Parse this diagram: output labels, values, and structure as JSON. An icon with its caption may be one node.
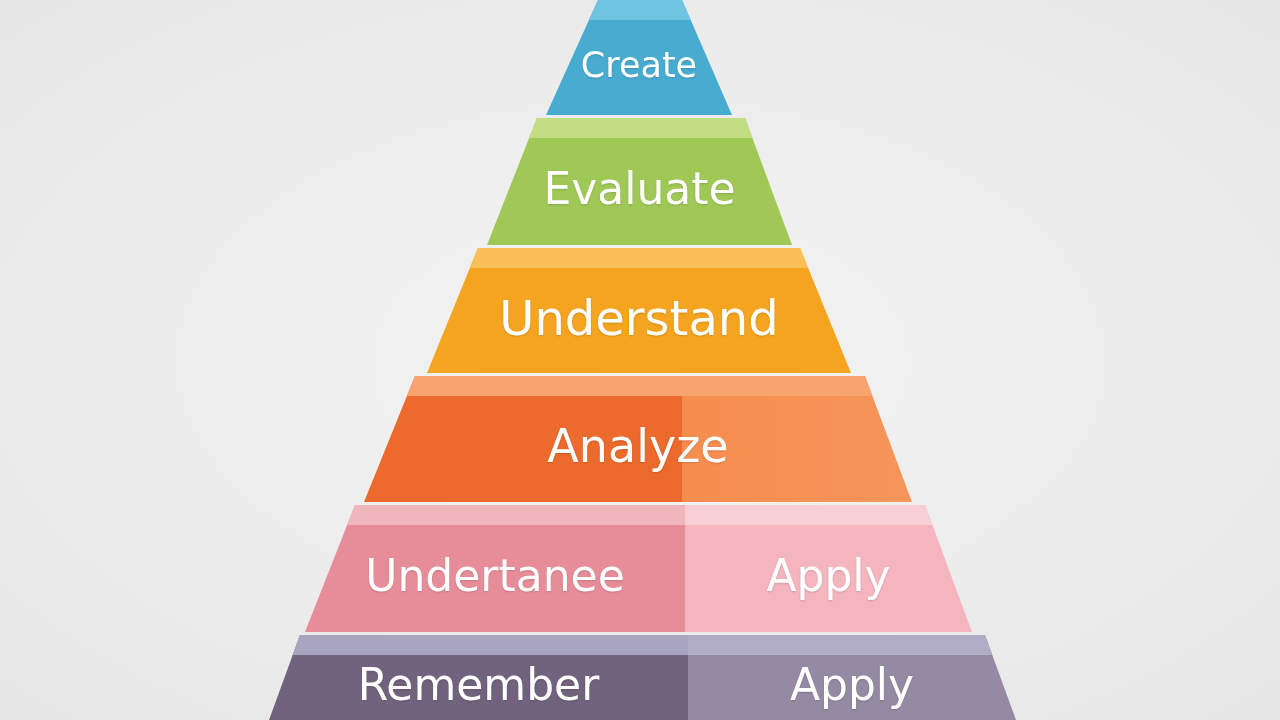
{
  "diagram": {
    "nodes": [
      {
        "text": [
          "Create"
        ]
      },
      {
        "text": [
          "Evaluate"
        ]
      },
      {
        "text": [
          "Understand"
        ]
      },
      {
        "text": [
          "Analyze"
        ]
      },
      {
        "text": [
          "Undertanee"
        ]
      },
      {
        "text": [
          "Apply"
        ]
      },
      {
        "text": [
          "Remember"
        ]
      },
      {
        "text": [
          "Apply"
        ]
      }
    ],
    "edges": []
  }
}
